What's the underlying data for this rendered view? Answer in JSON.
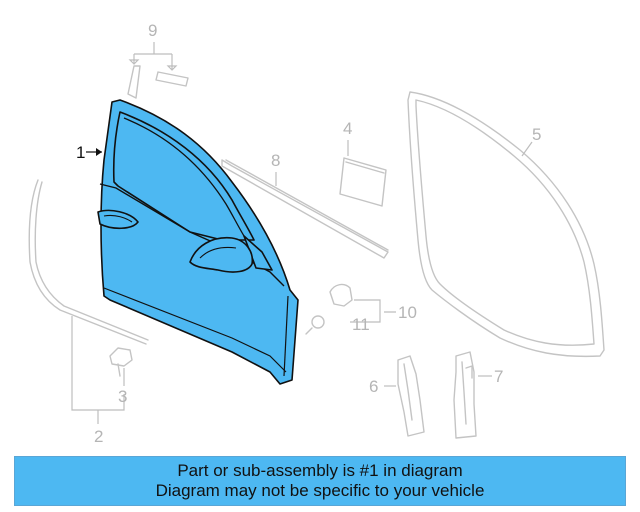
{
  "colors": {
    "highlight": "#4db8f2",
    "banner_bg": "#4db8f2",
    "line_gray": "#c4c4c4",
    "label_gray": "#b5b5b5",
    "outline_dark": "#111111"
  },
  "callouts": {
    "c1": "1",
    "c2": "2",
    "c3": "3",
    "c4": "4",
    "c5": "5",
    "c6": "6",
    "c7": "7",
    "c8": "8",
    "c9": "9",
    "c10": "10",
    "c11": "11"
  },
  "banner": {
    "line1": "Part or sub-assembly is #1 in diagram",
    "line2": "Diagram may not be specific to your vehicle"
  }
}
